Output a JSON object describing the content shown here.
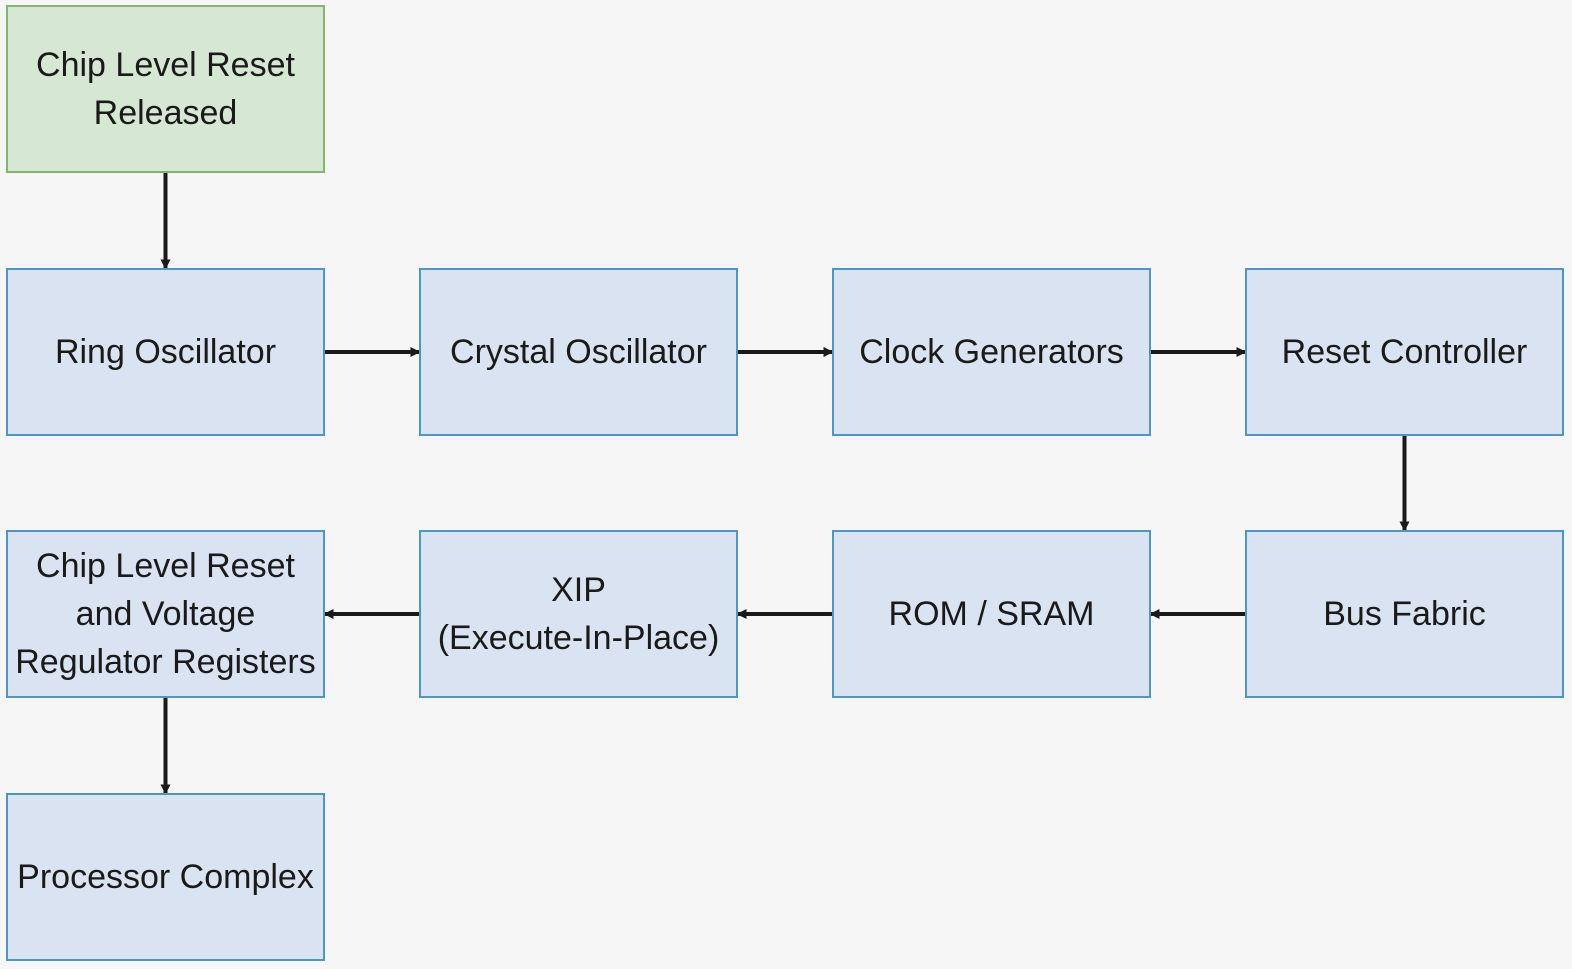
{
  "diagram": {
    "nodes": [
      {
        "id": "chip-reset-released",
        "label": "Chip Level Reset\nReleased"
      },
      {
        "id": "ring-oscillator",
        "label": "Ring Oscillator"
      },
      {
        "id": "crystal-oscillator",
        "label": "Crystal Oscillator"
      },
      {
        "id": "clock-generators",
        "label": "Clock Generators"
      },
      {
        "id": "reset-controller",
        "label": "Reset Controller"
      },
      {
        "id": "bus-fabric",
        "label": "Bus Fabric"
      },
      {
        "id": "rom-sram",
        "label": "ROM / SRAM"
      },
      {
        "id": "xip",
        "label": "XIP\n(Execute-In-Place)"
      },
      {
        "id": "chip-reset-voltage",
        "label": "Chip Level Reset\nand Voltage\nRegulator Registers"
      },
      {
        "id": "processor-complex",
        "label": "Processor Complex"
      }
    ],
    "edges": [
      {
        "from": "chip-reset-released",
        "to": "ring-oscillator"
      },
      {
        "from": "ring-oscillator",
        "to": "crystal-oscillator"
      },
      {
        "from": "crystal-oscillator",
        "to": "clock-generators"
      },
      {
        "from": "clock-generators",
        "to": "reset-controller"
      },
      {
        "from": "reset-controller",
        "to": "bus-fabric"
      },
      {
        "from": "bus-fabric",
        "to": "rom-sram"
      },
      {
        "from": "rom-sram",
        "to": "xip"
      },
      {
        "from": "xip",
        "to": "chip-reset-voltage"
      },
      {
        "from": "chip-reset-voltage",
        "to": "processor-complex"
      }
    ],
    "colors": {
      "node_fill": "#dae3f1",
      "node_border": "#4b97c6",
      "start_fill": "#d6e8d3",
      "start_border": "#82b66e",
      "arrow": "#1a1a1a",
      "background": "#f6f6f6"
    }
  }
}
